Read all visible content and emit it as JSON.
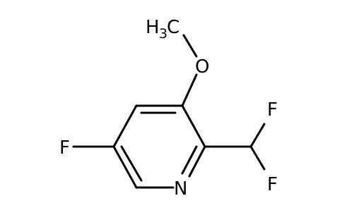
{
  "molecule": {
    "atom_labels": {
      "methyl_h": "H",
      "methyl_h_count": "3",
      "methyl_c": "C",
      "oxygen": "O",
      "fluorine_top": "F",
      "fluorine_bottom": "F",
      "fluorine_ring": "F",
      "nitrogen": "N"
    },
    "colors": {
      "ink": "#000000",
      "background": "#ffffff"
    }
  }
}
